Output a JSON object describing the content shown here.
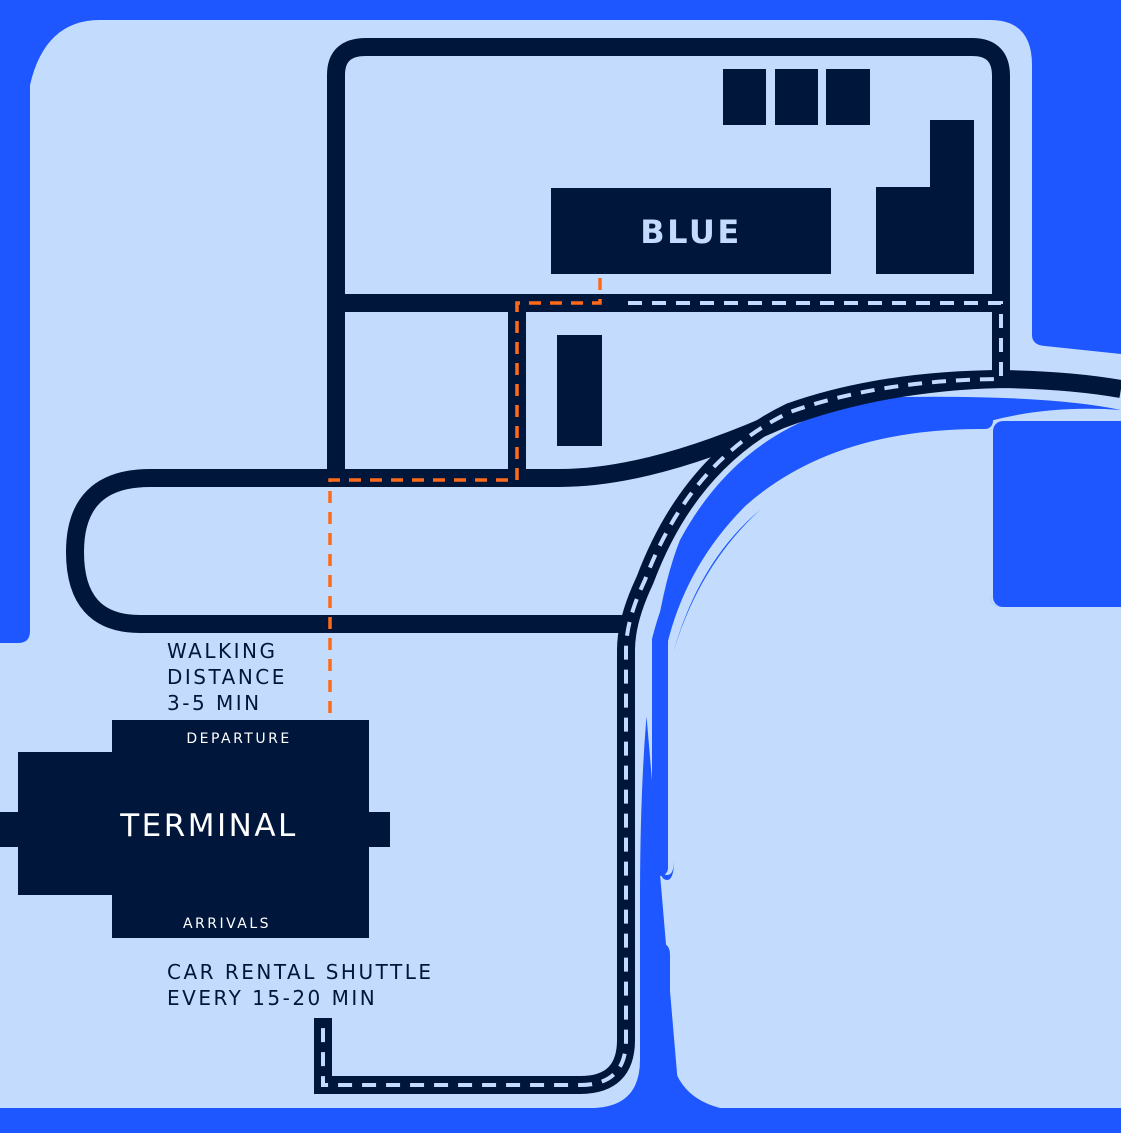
{
  "colors": {
    "water": "#1e57ff",
    "land": "#c3dcfd",
    "road": "#00163b",
    "building": "#00163b",
    "lane_marking": "#c3dcfd",
    "walking_path": "#ff6a1a",
    "terminal_text": "#ffffff"
  },
  "buildings": {
    "blue": {
      "label": "BLUE"
    },
    "terminal": {
      "label": "TERMINAL",
      "departure_label": "DEPARTURE",
      "arrivals_label": "ARRIVALS"
    }
  },
  "annotations": {
    "walking": {
      "line1": "WALKING",
      "line2": "DISTANCE",
      "line3": "3-5 MIN"
    },
    "shuttle": {
      "line1": "CAR RENTAL SHUTTLE",
      "line2": "EVERY 15-20 MIN"
    }
  },
  "legend_icons": {
    "walking_route": "orange-dashed-line",
    "shuttle_route": "road-with-white-dashes"
  }
}
